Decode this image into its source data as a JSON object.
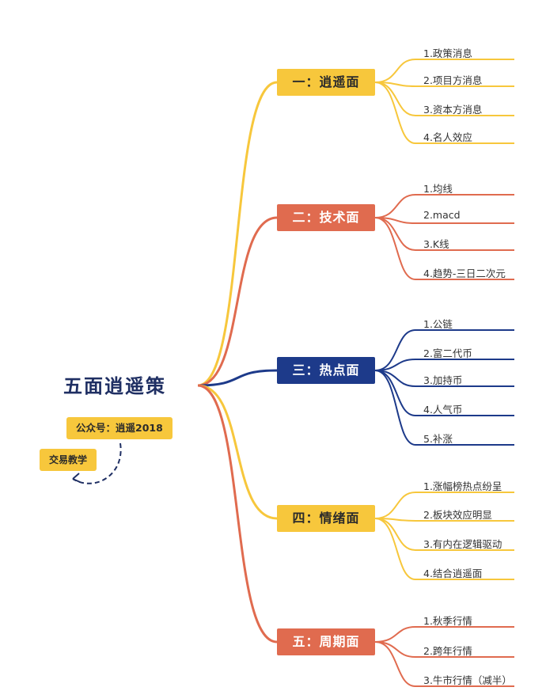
{
  "title": "五面逍遥策",
  "tags": {
    "wechat": "公众号：逍遥2018",
    "teaching": "交易教学"
  },
  "colors": {
    "yellow": "#f7c73c",
    "red": "#e06b4f",
    "blue": "#1d3a8a"
  },
  "branches": [
    {
      "label": "一：逍遥面",
      "color": "yellow",
      "items": [
        "1.政策消息",
        "2.项目方消息",
        "3.资本方消息",
        "4.名人效应"
      ]
    },
    {
      "label": "二：技术面",
      "color": "red",
      "items": [
        "1.均线",
        "2.macd",
        "3.K线",
        "4.趋势-三日二次元"
      ]
    },
    {
      "label": "三：热点面",
      "color": "blue",
      "items": [
        "1.公链",
        "2.富二代币",
        "3.加持币",
        "4.人气币",
        "5.补涨"
      ]
    },
    {
      "label": "四：情绪面",
      "color": "yellow",
      "items": [
        "1.涨幅榜热点纷呈",
        "2.板块效应明显",
        "3.有内在逻辑驱动",
        "4.结合逍遥面"
      ]
    },
    {
      "label": "五：周期面",
      "color": "red",
      "items": [
        "1.秋季行情",
        "2.跨年行情",
        "3.牛市行情（减半）"
      ]
    }
  ]
}
